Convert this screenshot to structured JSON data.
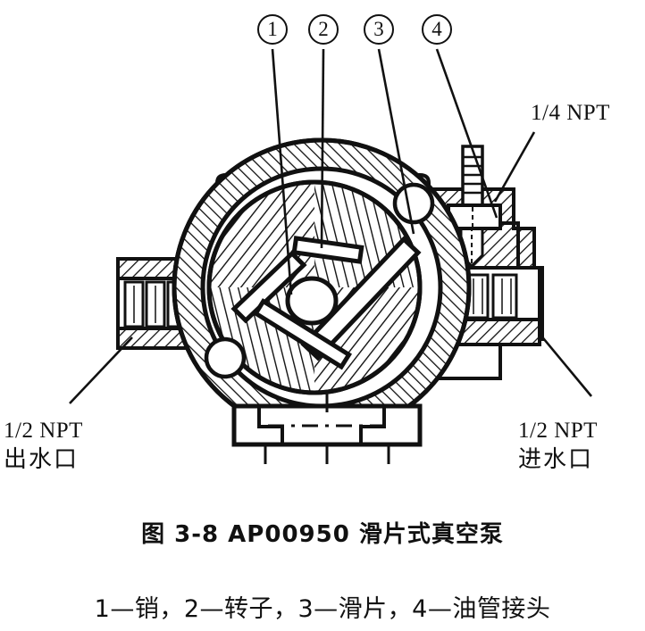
{
  "figure": {
    "title": "图 3-8    AP00950 滑片式真空泵",
    "legend": "1—销，2—转子，3—滑片，4—油管接头",
    "drawing_type": "cross-section mechanical drawing",
    "subject": "AP00950 sliding vane vacuum pump",
    "line_color": "#111111",
    "background_color": "#ffffff"
  },
  "callouts": [
    {
      "id": "1",
      "label": "①",
      "number": "1",
      "part": "销"
    },
    {
      "id": "2",
      "label": "②",
      "number": "2",
      "part": "转子"
    },
    {
      "id": "3",
      "label": "③",
      "number": "3",
      "part": "滑片"
    },
    {
      "id": "4",
      "label": "④",
      "number": "4",
      "part": "油管接头"
    }
  ],
  "port_labels": {
    "oil_fitting": {
      "size": "1/4 NPT",
      "name": ""
    },
    "outlet": {
      "size": "1/2 NPT",
      "name": "出水口"
    },
    "inlet": {
      "size": "1/2 NPT",
      "name": "进水口"
    }
  }
}
